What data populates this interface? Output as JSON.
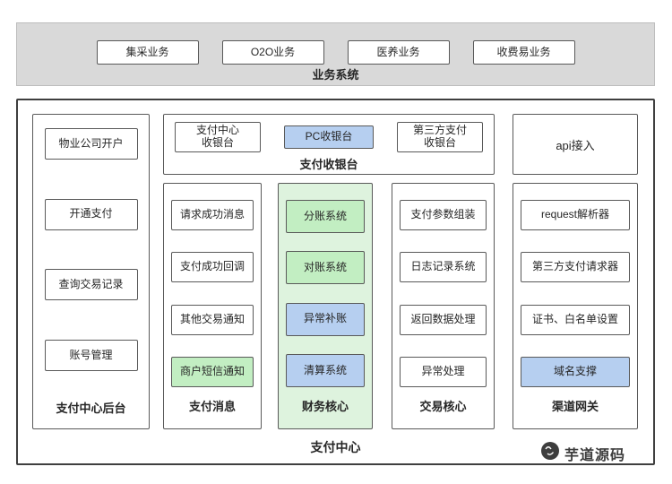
{
  "colors": {
    "gray-bg": "#d9d9d9",
    "border": "#595959",
    "blue": "#b6cff0",
    "green": "#c2eec2",
    "green-panel": "#def3de"
  },
  "business_system": {
    "label": "业务系统",
    "items": [
      "集采业务",
      "O2O业务",
      "医养业务",
      "收费易业务"
    ]
  },
  "payment_center": {
    "label": "支付中心",
    "backend": {
      "label": "支付中心后台",
      "items": [
        "物业公司开户",
        "开通支付",
        "查询交易记录",
        "账号管理"
      ]
    },
    "cashier": {
      "label": "支付收银台",
      "items": [
        {
          "label": "支付中心\n收银台",
          "style": "white"
        },
        {
          "label": "PC收银台",
          "style": "blue"
        },
        {
          "label": "第三方支付\n收银台",
          "style": "white"
        }
      ]
    },
    "messages": {
      "label": "支付消息",
      "items": [
        {
          "label": "请求成功消息",
          "style": "white"
        },
        {
          "label": "支付成功回调",
          "style": "white"
        },
        {
          "label": "其他交易通知",
          "style": "white"
        },
        {
          "label": "商户短信通知",
          "style": "green"
        }
      ]
    },
    "finance": {
      "label": "财务核心",
      "items": [
        {
          "label": "分账系统",
          "style": "green"
        },
        {
          "label": "对账系统",
          "style": "green"
        },
        {
          "label": "异常补账",
          "style": "blue"
        },
        {
          "label": "清算系统",
          "style": "blue"
        }
      ]
    },
    "transaction": {
      "label": "交易核心",
      "items": [
        "支付参数组装",
        "日志记录系统",
        "返回数据处理",
        "异常处理"
      ]
    },
    "api": {
      "label": "api接入"
    },
    "gateway": {
      "label": "渠道网关",
      "items": [
        {
          "label": "request解析器",
          "style": "white"
        },
        {
          "label": "第三方支付请求器",
          "style": "white"
        },
        {
          "label": "证书、白名单设置",
          "style": "white"
        },
        {
          "label": "域名支撑",
          "style": "blue"
        }
      ]
    }
  },
  "watermark": {
    "label": "芋道源码"
  }
}
